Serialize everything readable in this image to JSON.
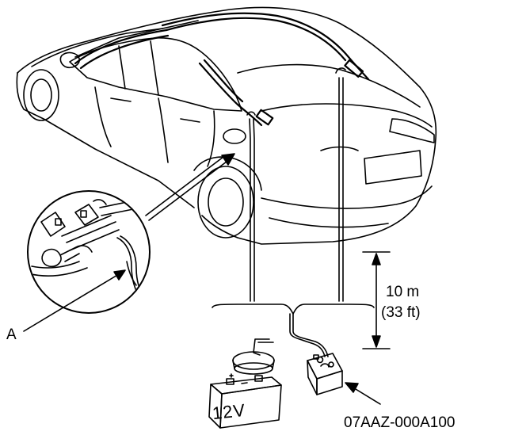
{
  "callout": {
    "label": "A"
  },
  "dimension": {
    "metric": "10 m",
    "imperial": "(33 ft)"
  },
  "battery": {
    "voltage": "12V"
  },
  "figure": {
    "part_number": "07AAZ-000A100"
  }
}
